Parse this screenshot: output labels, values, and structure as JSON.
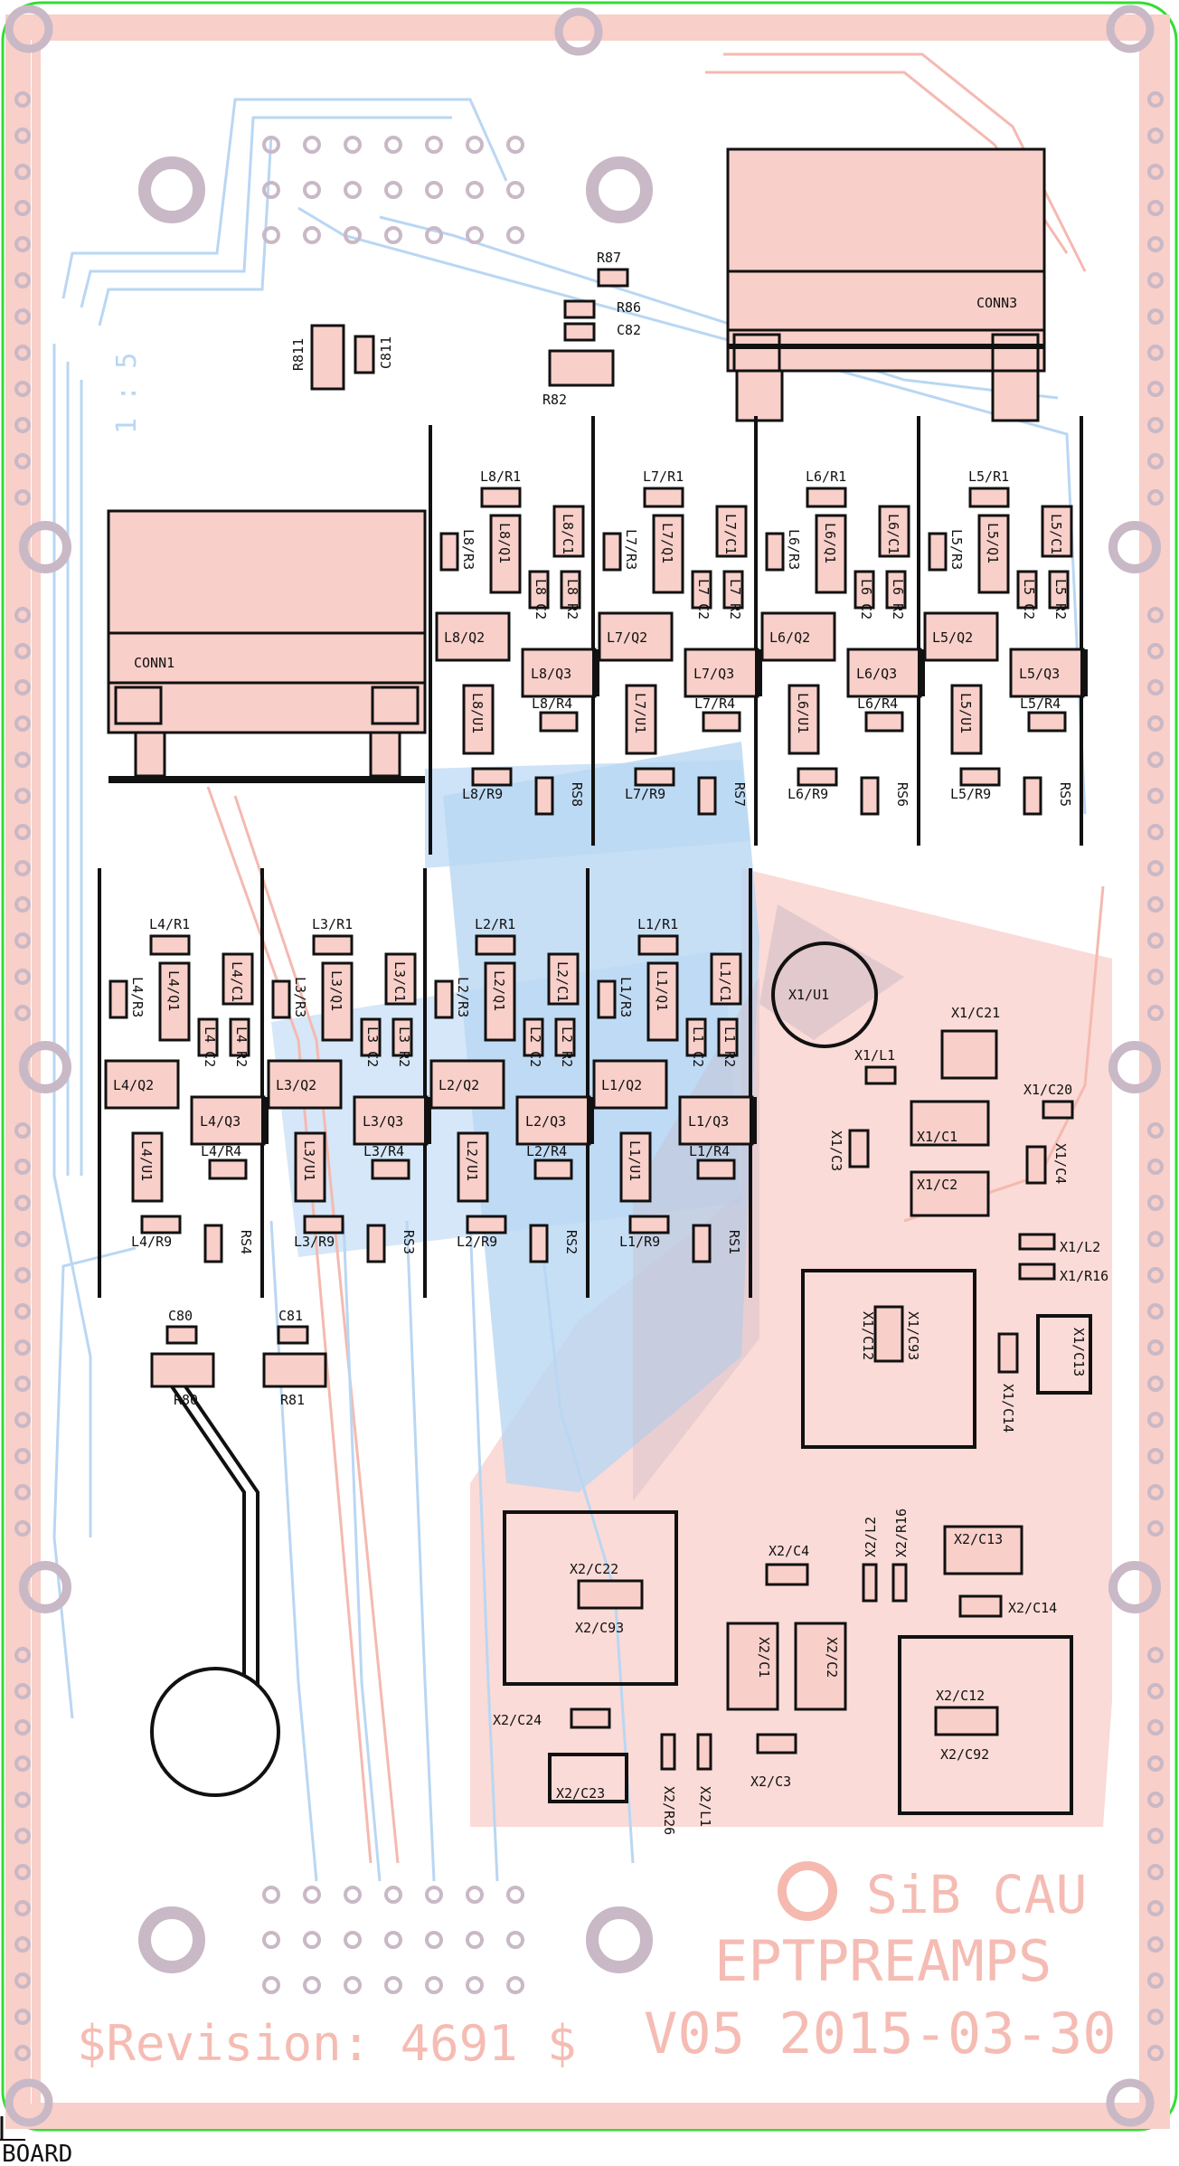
{
  "board_label": "BOARD",
  "watermark": {
    "org": "SiB CAU",
    "project": "EPTPREAMPS",
    "version": "V05 2015-03-30",
    "revision": "$Revision: 4691 $",
    "side_mark": "1 : 5"
  },
  "connectors": {
    "conn1": "CONN1",
    "conn3": "CONN3"
  },
  "top_labels": {
    "r811": "R811",
    "c811": "C811",
    "r87": "R87",
    "r86": "R86",
    "c82": "C82",
    "r82": "R82"
  },
  "channels_upper": [
    {
      "r1": "L8/R1",
      "c1": "L8/C1",
      "r3": "L8/R3",
      "q1": "L8/Q1",
      "c2": "L8 C2",
      "r2": "L8 R2",
      "q2": "L8/Q2",
      "q3": "L8/Q3",
      "u1": "L8/U1",
      "r4": "L8/R4",
      "r9": "L8/R9",
      "rs": "RS8"
    },
    {
      "r1": "L7/R1",
      "c1": "L7/C1",
      "r3": "L7/R3",
      "q1": "L7/Q1",
      "c2": "L7 C2",
      "r2": "L7 R2",
      "q2": "L7/Q2",
      "q3": "L7/Q3",
      "u1": "L7/U1",
      "r4": "L7/R4",
      "r9": "L7/R9",
      "rs": "RS7"
    },
    {
      "r1": "L6/R1",
      "c1": "L6/C1",
      "r3": "L6/R3",
      "q1": "L6/Q1",
      "c2": "L6 C2",
      "r2": "L6 R2",
      "q2": "L6/Q2",
      "q3": "L6/Q3",
      "u1": "L6/U1",
      "r4": "L6/R4",
      "r9": "L6/R9",
      "rs": "RS6"
    },
    {
      "r1": "L5/R1",
      "c1": "L5/C1",
      "r3": "L5/R3",
      "q1": "L5/Q1",
      "c2": "L5 C2",
      "r2": "L5 R2",
      "q2": "L5/Q2",
      "q3": "L5/Q3",
      "u1": "L5/U1",
      "r4": "L5/R4",
      "r9": "L5/R9",
      "rs": "RS5"
    }
  ],
  "channels_lower": [
    {
      "r1": "L4/R1",
      "c1": "L4/C1",
      "r3": "L4/R3",
      "q1": "L4/Q1",
      "c2": "L4 C2",
      "r2": "L4 R2",
      "q2": "L4/Q2",
      "q3": "L4/Q3",
      "u1": "L4/U1",
      "r4": "L4/R4",
      "r9": "L4/R9",
      "rs": "RS4"
    },
    {
      "r1": "L3/R1",
      "c1": "L3/C1",
      "r3": "L3/R3",
      "q1": "L3/Q1",
      "c2": "L3 C2",
      "r2": "L3 R2",
      "q2": "L3/Q2",
      "q3": "L3/Q3",
      "u1": "L3/U1",
      "r4": "L3/R4",
      "r9": "L3/R9",
      "rs": "RS3"
    },
    {
      "r1": "L2/R1",
      "c1": "L2/C1",
      "r3": "L2/R3",
      "q1": "L2/Q1",
      "c2": "L2 C2",
      "r2": "L2 R2",
      "q2": "L2/Q2",
      "q3": "L2/Q3",
      "u1": "L2/U1",
      "r4": "L2/R4",
      "r9": "L2/R9",
      "rs": "RS2"
    },
    {
      "r1": "L1/R1",
      "c1": "L1/C1",
      "r3": "L1/R3",
      "q1": "L1/Q1",
      "c2": "L1 C2",
      "r2": "L1 R2",
      "q2": "L1/Q2",
      "q3": "L1/Q3",
      "u1": "L1/U1",
      "r4": "L1/R4",
      "r9": "L1/R9",
      "rs": "RS1"
    }
  ],
  "x1_labels": {
    "u1": "X1/U1",
    "c21": "X1/C21",
    "l1": "X1/L1",
    "c20": "X1/C20",
    "c1": "X1/C1",
    "c3": "X1/C3",
    "c4": "X1/C4",
    "c2": "X1/C2",
    "l2": "X1/L2",
    "r16": "X1/R16",
    "c12": "X1/C12",
    "c93": "X1/C93",
    "c14": "X1/C14",
    "c13": "X1/C13"
  },
  "bottom_left_labels": {
    "c80": "C80",
    "c81": "C81",
    "r80": "R80",
    "r81": "R81"
  },
  "x2_labels": {
    "c22": "X2/C22",
    "c93": "X2/C93",
    "c24": "X2/C24",
    "c23": "X2/C23",
    "r26": "X2/R26",
    "l1": "X2/L1",
    "c4": "X2/C4",
    "l2": "X2/L2",
    "r16": "X2/R16",
    "c13": "X2/C13",
    "c14": "X2/C14",
    "c1": "X2/C1",
    "c2": "X2/C2",
    "c3": "X2/C3",
    "c12": "X2/C12",
    "c92": "X2/C92"
  },
  "colors": {
    "top_copper": "#f8cfc9",
    "bottom_copper": "#b9d7f3",
    "outline": "#33dd33",
    "silkscreen": "#111111",
    "pad": "#c9b8c6"
  }
}
